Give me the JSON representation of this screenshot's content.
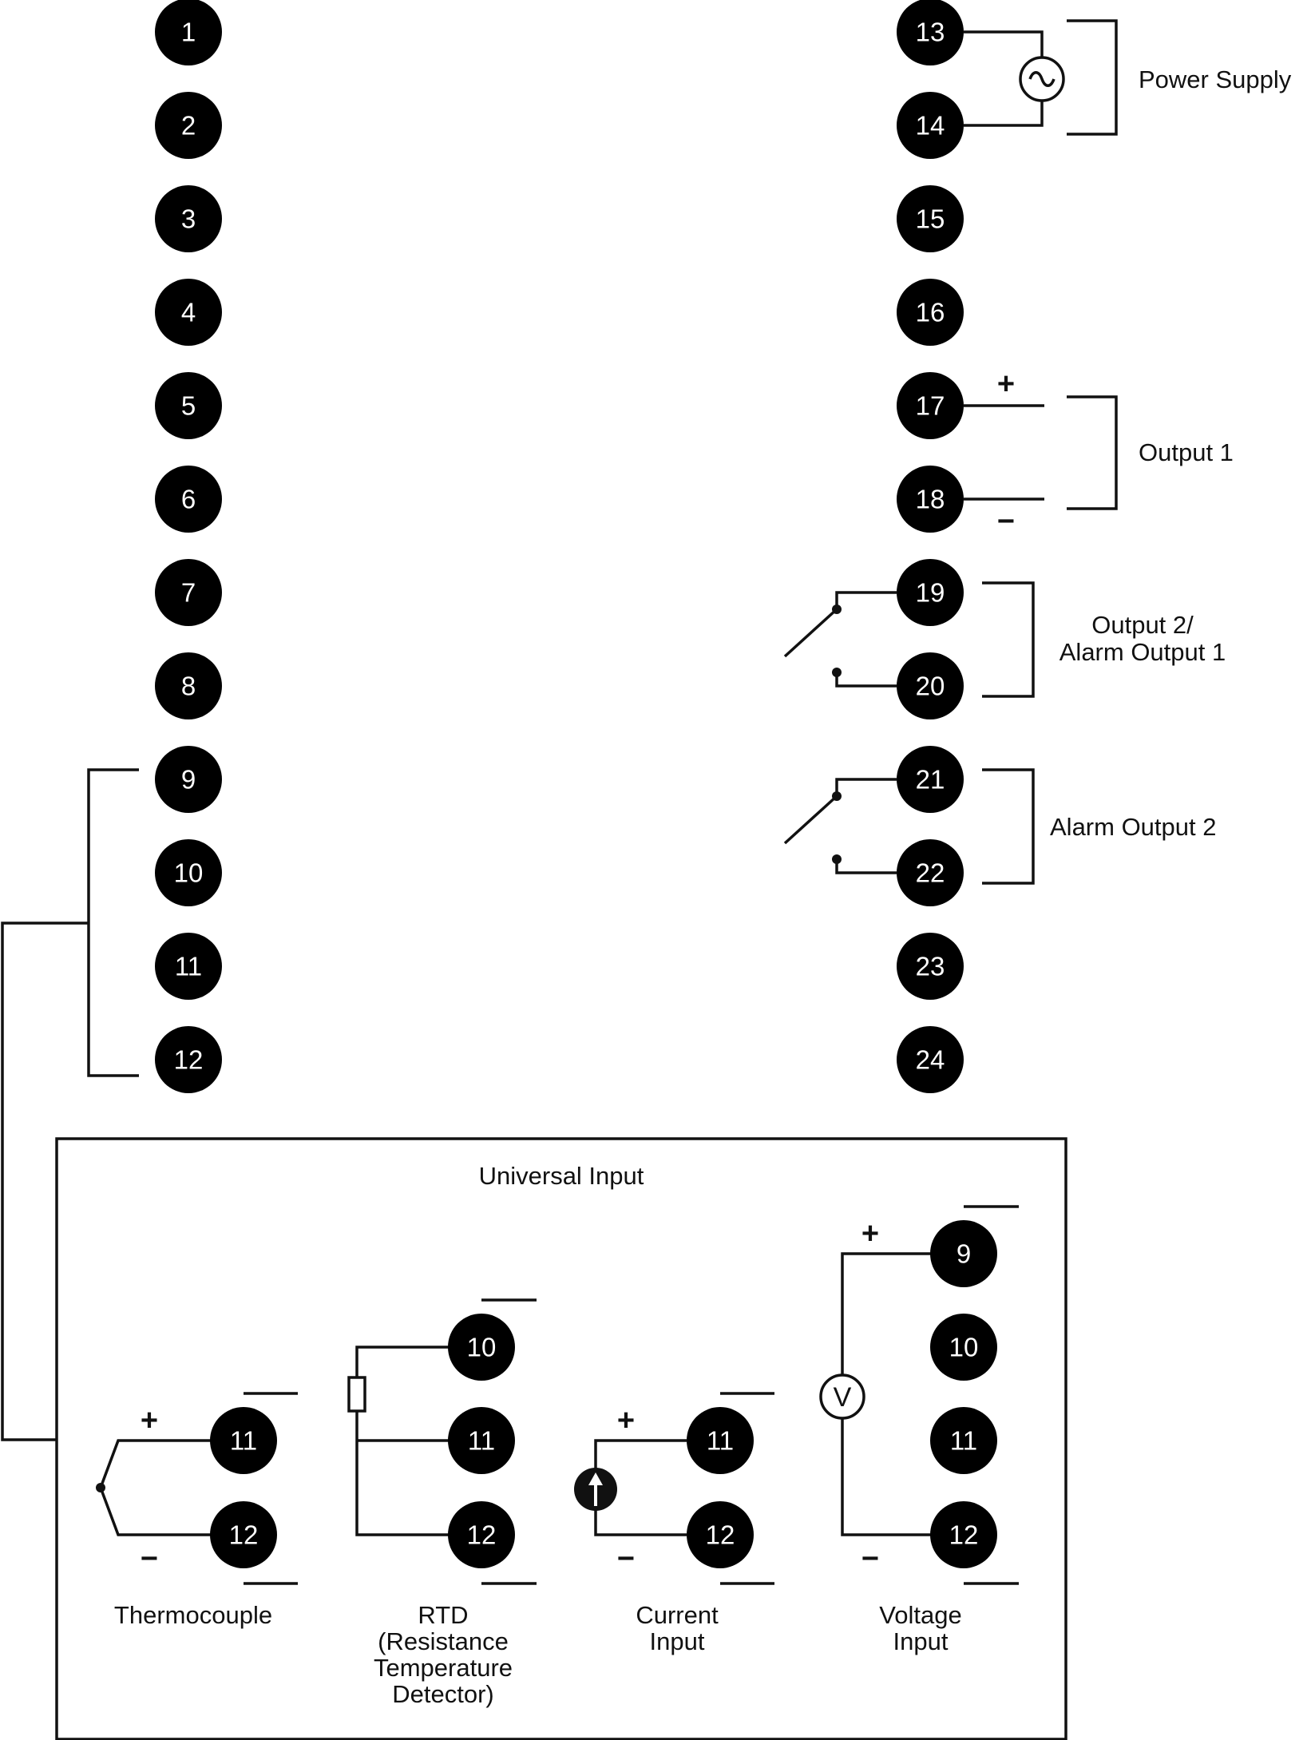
{
  "diagram": {
    "left_terminals": [
      "1",
      "2",
      "3",
      "4",
      "5",
      "6",
      "7",
      "8",
      "9",
      "10",
      "11",
      "12"
    ],
    "right_terminals": [
      "13",
      "14",
      "15",
      "16",
      "17",
      "18",
      "19",
      "20",
      "21",
      "22",
      "23",
      "24"
    ],
    "labels": {
      "power_supply": "Power Supply",
      "output_1": "Output 1",
      "output_2_line1": "Output 2/",
      "output_2_line2": "Alarm Output 1",
      "alarm_output_2": "Alarm Output 2",
      "universal_input": "Universal Input"
    },
    "polarity": {
      "plus": "+",
      "minus": "−"
    },
    "inputs": {
      "thermocouple": {
        "terminals": [
          "11",
          "12"
        ],
        "caption": [
          "Thermocouple"
        ]
      },
      "rtd": {
        "terminals": [
          "10",
          "11",
          "12"
        ],
        "caption": [
          "RTD",
          "(Resistance",
          "Temperature",
          "Detector)"
        ]
      },
      "current": {
        "terminals": [
          "11",
          "12"
        ],
        "caption": [
          "Current",
          "Input"
        ]
      },
      "voltage": {
        "terminals": [
          "9",
          "10",
          "11",
          "12"
        ],
        "caption": [
          "Voltage",
          "Input"
        ],
        "meter_symbol": "V"
      }
    },
    "icons": [
      "ac-source-icon",
      "dc-current-source-icon",
      "voltmeter-icon",
      "resistor-icon",
      "relay-switch-icon"
    ]
  }
}
